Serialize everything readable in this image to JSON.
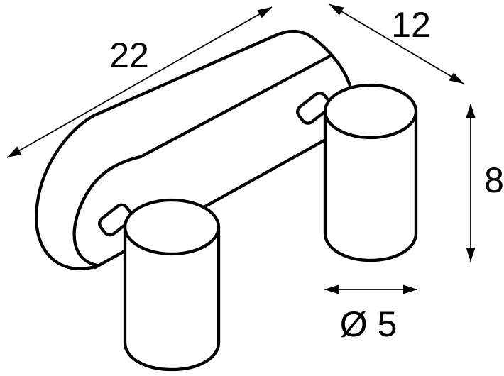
{
  "colors": {
    "ink": "#000000",
    "background": "#ffffff"
  },
  "dimensions": {
    "length": {
      "label": "22"
    },
    "depth": {
      "label": "12"
    },
    "height": {
      "label": "8"
    },
    "diameter": {
      "label": "Ø 5"
    }
  }
}
